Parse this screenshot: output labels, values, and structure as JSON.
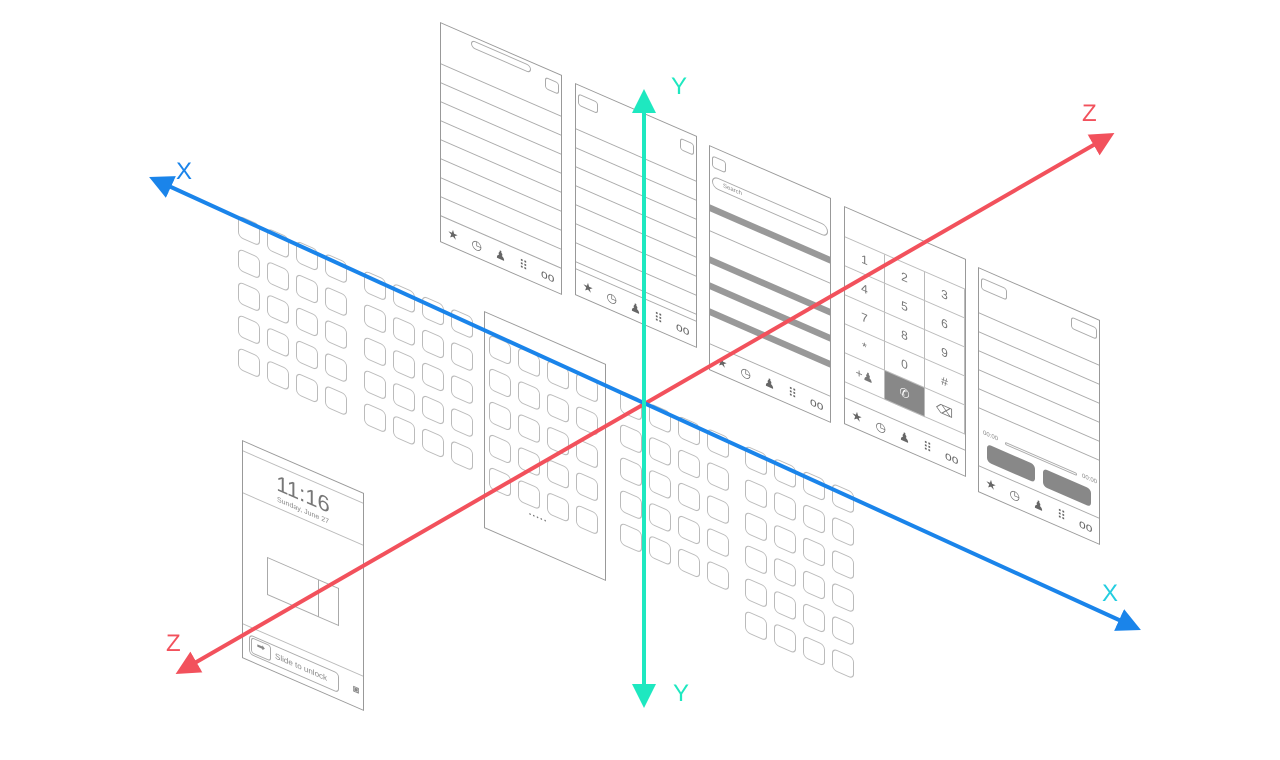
{
  "axes": {
    "x_label": "X",
    "y_label": "Y",
    "z_label": "Z",
    "colors": {
      "x": "#1a84ea",
      "x_end": "#23cde0",
      "y": "#1ee8c0",
      "z": "#f2515c"
    }
  },
  "lock_screen": {
    "time": "11:16",
    "date": "Sunday, June 27",
    "slider": "Slide to unlock"
  },
  "search_screen": {
    "search_placeholder": "Search"
  },
  "keypad": {
    "keys": [
      "1",
      "2",
      "3",
      "4",
      "5",
      "6",
      "7",
      "8",
      "9",
      "*",
      "0",
      "#"
    ]
  },
  "voicemail": {
    "time_start": "00:00",
    "time_end": "00:00"
  },
  "tab_bar": {
    "favorites": "★",
    "recents": "◷",
    "contacts": "♟",
    "keypad": "⠿",
    "voicemail": "oo"
  }
}
